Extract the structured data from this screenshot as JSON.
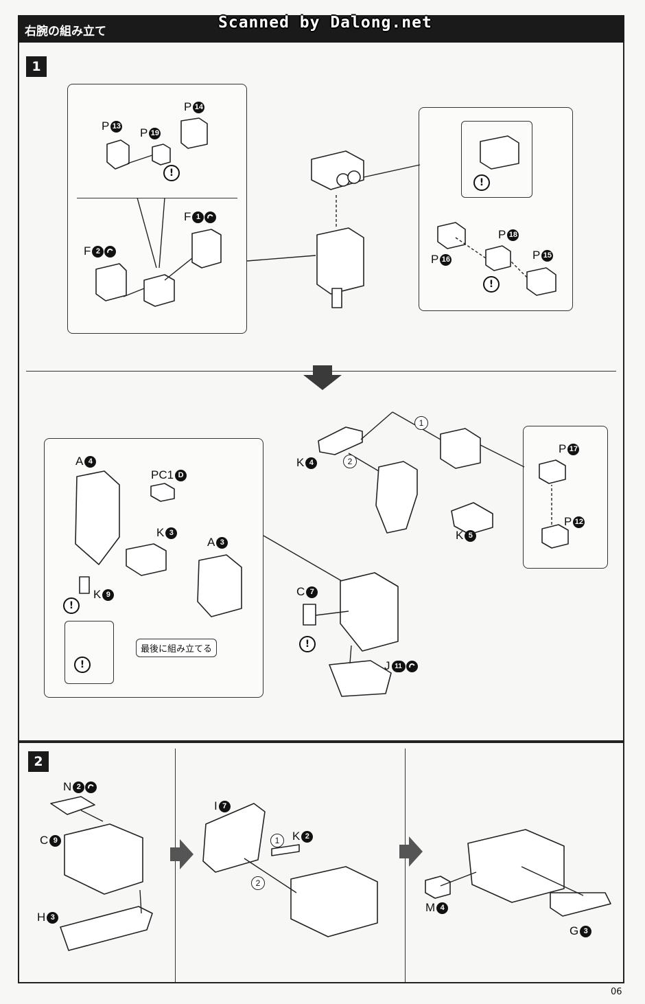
{
  "header": {
    "title": "右腕の組み立て",
    "watermark": "Scanned by Dalong.net"
  },
  "steps": {
    "one": "1",
    "two": "2"
  },
  "step1": {
    "top_left_labels": {
      "p13": {
        "letter": "P",
        "num": "13"
      },
      "p14": {
        "letter": "P",
        "num": "14"
      },
      "p19": {
        "letter": "P",
        "num": "19"
      },
      "f1": {
        "letter": "F",
        "num": "1"
      },
      "f2": {
        "letter": "F",
        "num": "2"
      }
    },
    "top_right_labels": {
      "p18": {
        "letter": "P",
        "num": "18"
      },
      "p16": {
        "letter": "P",
        "num": "16"
      },
      "p15": {
        "letter": "P",
        "num": "15"
      }
    },
    "lower_left_labels": {
      "a4": {
        "letter": "A",
        "num": "4"
      },
      "pc1": {
        "letter": "PC1",
        "num": "D"
      },
      "k3": {
        "letter": "K",
        "num": "3"
      },
      "a3": {
        "letter": "A",
        "num": "3"
      },
      "k9": {
        "letter": "K",
        "num": "9"
      }
    },
    "assemble_last_note": "最後に組み立てる",
    "center_labels": {
      "k4": {
        "letter": "K",
        "num": "4"
      },
      "k5": {
        "letter": "K",
        "num": "5"
      },
      "c7": {
        "letter": "C",
        "num": "7"
      },
      "j11": {
        "letter": "J",
        "num": "11"
      },
      "order1": "1",
      "order2": "2"
    },
    "right_labels": {
      "p17": {
        "letter": "P",
        "num": "17"
      },
      "p12": {
        "letter": "P",
        "num": "12"
      }
    },
    "warning_glyph": "!"
  },
  "step2": {
    "labels": {
      "n2": {
        "letter": "N",
        "num": "2"
      },
      "c9": {
        "letter": "C",
        "num": "9"
      },
      "h3": {
        "letter": "H",
        "num": "3"
      },
      "i7": {
        "letter": "I",
        "num": "7"
      },
      "k2": {
        "letter": "K",
        "num": "2"
      },
      "m4": {
        "letter": "M",
        "num": "4"
      },
      "g3": {
        "letter": "G",
        "num": "3"
      },
      "order1": "1",
      "order2": "2"
    }
  },
  "page_number": "06",
  "icons": [
    "sprue-cut-icon",
    "warning-icon",
    "arrow-right-icon",
    "arrow-down-icon"
  ]
}
